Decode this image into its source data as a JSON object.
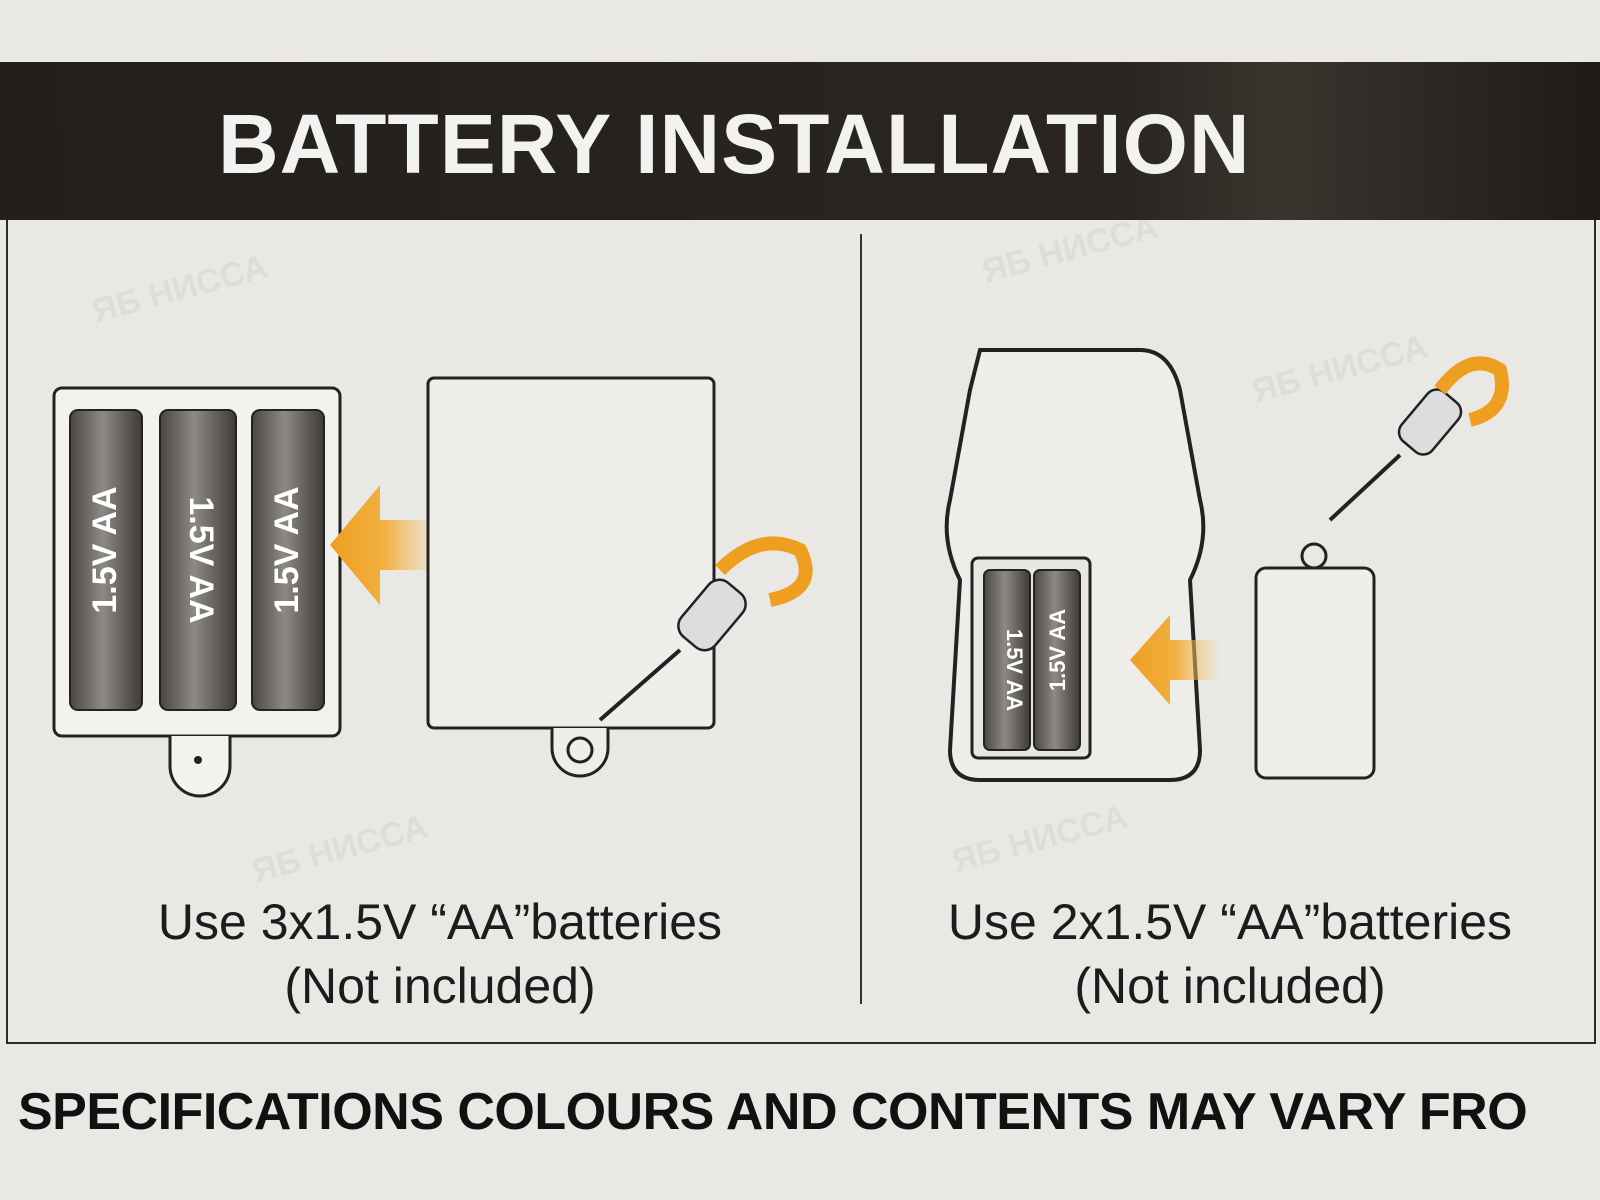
{
  "header": {
    "title": "BATTERY INSTALLATION"
  },
  "left_panel": {
    "battery_label": "1.5V AA",
    "caption_line1": "Use 3x1.5V “AA”batteries",
    "caption_line2": "(Not included)"
  },
  "right_panel": {
    "battery_label": "1.5V AA",
    "caption_line1": "Use 2x1.5V “AA”batteries",
    "caption_line2": "(Not included)"
  },
  "footer": {
    "text": "SPECIFICATIONS COLOURS AND CONTENTS MAY VARY FRO"
  },
  "watermark": "НИССА",
  "colors": {
    "banner": "#231f1c",
    "arrow": "#f0a830",
    "battery": "#6e6a66",
    "background": "#e9e8e4"
  }
}
